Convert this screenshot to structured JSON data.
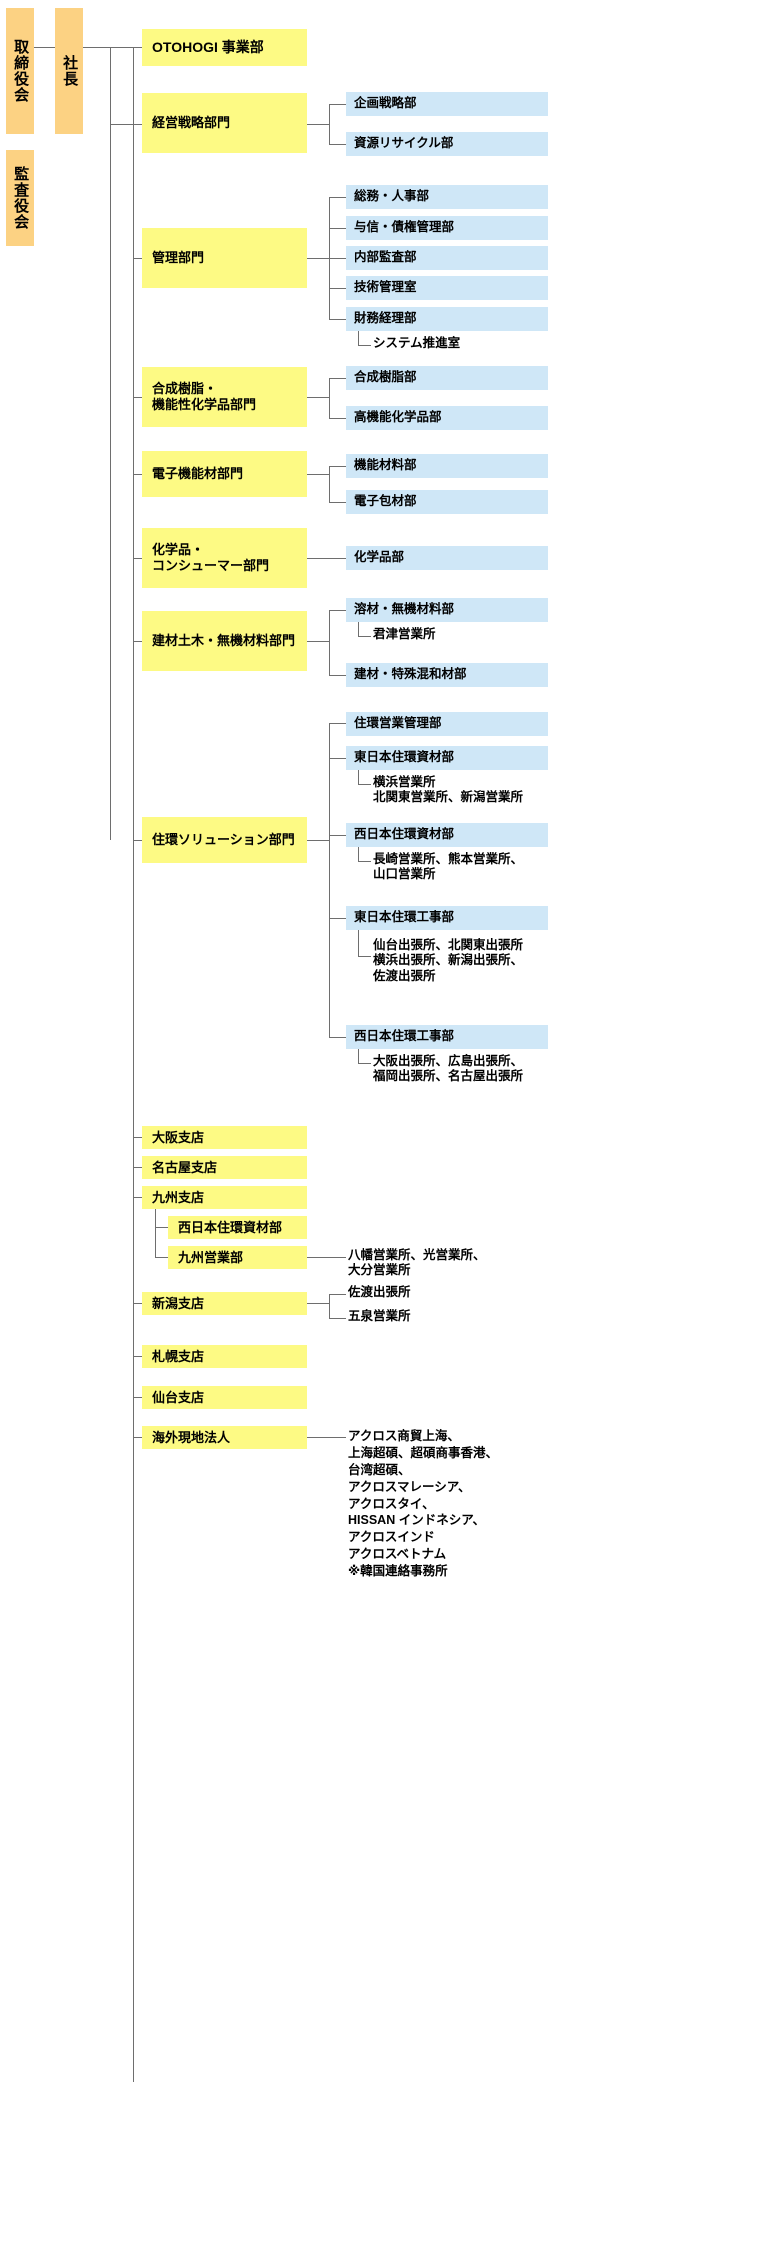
{
  "meta": {
    "title": "組織図",
    "colors": {
      "orange": "#fcd283",
      "yellow": "#fdfa84",
      "blue": "#cfe7f7",
      "line": "#6e6e6e",
      "text": "#000000",
      "background": "#ffffff"
    }
  },
  "governance": {
    "board_of_directors": "取締役会",
    "audit_board": "監査役会",
    "president": "社長"
  },
  "divisions": [
    {
      "label": "OTOHOGI 事業部"
    },
    {
      "label": "経営戦略部門"
    },
    {
      "label": "管理部門"
    },
    {
      "label": "合成樹脂・\n機能性化学品部門"
    },
    {
      "label": "電子機能材部門"
    },
    {
      "label": "化学品・\nコンシューマー部門"
    },
    {
      "label": "建材土木・無機材料部門"
    },
    {
      "label": "住環ソリューション部門"
    }
  ],
  "departments": {
    "keiei": [
      "企画戦略部",
      "資源リサイクル部"
    ],
    "kanri": [
      "総務・人事部",
      "与信・債権管理部",
      "内部監査部",
      "技術管理室",
      "財務経理部"
    ],
    "kanri_sub": "システム推進室",
    "gosei": [
      "合成樹脂部",
      "高機能化学品部"
    ],
    "denshi": [
      "機能材料部",
      "電子包材部"
    ],
    "kagaku": [
      "化学品部"
    ],
    "kenzai": [
      "溶材・無機材料部",
      "建材・特殊混和材部"
    ],
    "kenzai_sub": "君津営業所",
    "jukan": [
      "住環営業管理部",
      "東日本住環資材部",
      "西日本住環資材部",
      "東日本住環工事部",
      "西日本住環工事部"
    ],
    "jukan_offices": {
      "higashi_shizai": "横浜営業所\n北関東営業所、新潟営業所",
      "nishi_shizai": "長崎営業所、熊本営業所、\n山口営業所",
      "higashi_koji": "仙台出張所、北関東出張所\n横浜出張所、新潟出張所、\n佐渡出張所",
      "nishi_koji": "大阪出張所、広島出張所、\n福岡出張所、名古屋出張所"
    }
  },
  "branches": [
    {
      "label": "大阪支店"
    },
    {
      "label": "名古屋支店"
    },
    {
      "label": "九州支店"
    },
    {
      "label": "新潟支店"
    },
    {
      "label": "札幌支店"
    },
    {
      "label": "仙台支店"
    },
    {
      "label": "海外現地法人"
    }
  ],
  "kyushu_subs": [
    "西日本住環資材部",
    "九州営業部"
  ],
  "kyushu_offices": "八幡営業所、光営業所、\n大分営業所",
  "niigata_offices": [
    "佐渡出張所",
    "五泉営業所"
  ],
  "overseas": "アクロス商貿上海、\n上海超碩、超碩商事香港、\n台湾超碩、\nアクロスマレーシア、\nアクロスタイ、\nHISSAN インドネシア、\nアクロスインド\nアクロスベトナム\n※韓国連絡事務所"
}
